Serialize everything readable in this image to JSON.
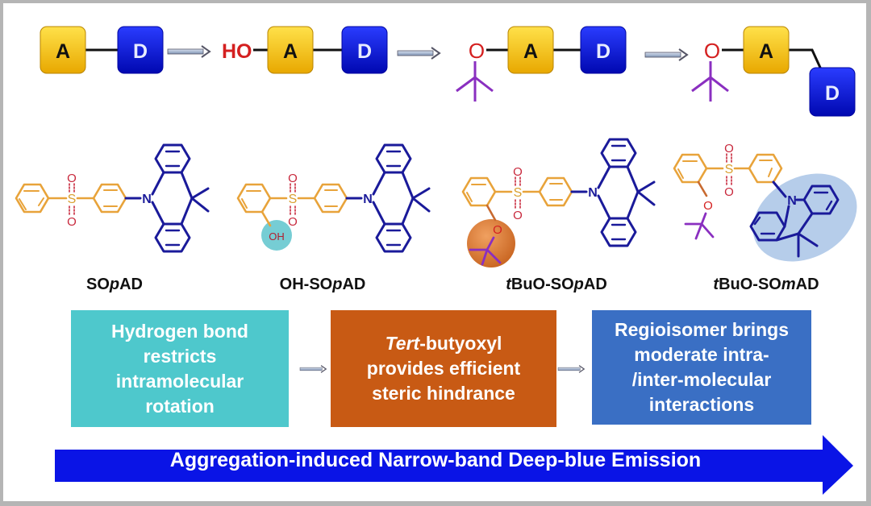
{
  "scheme": {
    "stages": [
      {
        "substituent": "",
        "acceptor": "A",
        "donor": "D",
        "linkage": "para"
      },
      {
        "substituent": "HO",
        "acceptor": "A",
        "donor": "D",
        "linkage": "para"
      },
      {
        "substituent": "O",
        "acceptor": "A",
        "donor": "D",
        "linkage": "para",
        "tert_butyl": true
      },
      {
        "substituent": "O",
        "acceptor": "A",
        "donor": "D",
        "linkage": "meta",
        "tert_butyl": true
      }
    ],
    "colors": {
      "acceptor": "#f5b800",
      "donor": "#0a14d8",
      "hydroxyl": "#d42020",
      "tert_butyl": "#8a2fc0",
      "arrow": "#9fb0c8"
    }
  },
  "molecules": [
    {
      "name_parts": [
        "SO",
        "p",
        "AD"
      ],
      "highlight": null
    },
    {
      "name_parts": [
        "OH-SO",
        "p",
        "AD"
      ],
      "highlight": "OH",
      "atom_labels": {
        "oh": "OH"
      }
    },
    {
      "name_parts": [
        "t",
        "BuO-SO",
        "p",
        "AD"
      ],
      "highlight": "tert-butoxy",
      "atom_labels": {
        "o": "O"
      }
    },
    {
      "name_parts": [
        "t",
        "BuO-SO",
        "m",
        "AD"
      ],
      "highlight": "acridine",
      "atom_labels": {
        "o": "O"
      }
    }
  ],
  "atom_labels": {
    "sulfur": "S",
    "oxygen": "O",
    "nitrogen": "N"
  },
  "colors": {
    "acceptor_bonds": "#e8a33a",
    "donor_bonds": "#1a1a9a",
    "sulfonyl": "#c8283c",
    "oh_highlight": "#5ec4cc",
    "tbu_highlight": "#d9782e",
    "acridine_highlight": "#a9c4e6"
  },
  "mechanisms": [
    {
      "lines": [
        "Hydrogen bond",
        "restricts",
        "intramolecular",
        "rotation"
      ],
      "color": "#4ec8cc"
    },
    {
      "lines_rich": [
        [
          {
            "t": "Tert",
            "i": true
          },
          {
            "t": "-butyoxyl",
            "i": false
          }
        ],
        [
          {
            "t": "provides efficient",
            "i": false
          }
        ],
        [
          {
            "t": "steric hindrance",
            "i": false
          }
        ]
      ],
      "color": "#c85a14"
    },
    {
      "lines": [
        "Regioisomer brings",
        "moderate intra-",
        "/inter-molecular",
        "interactions"
      ],
      "color": "#3a6fc4"
    }
  ],
  "banner": {
    "text": "Aggregation-induced Narrow-band Deep-blue Emission",
    "color": "#0a14e6"
  }
}
